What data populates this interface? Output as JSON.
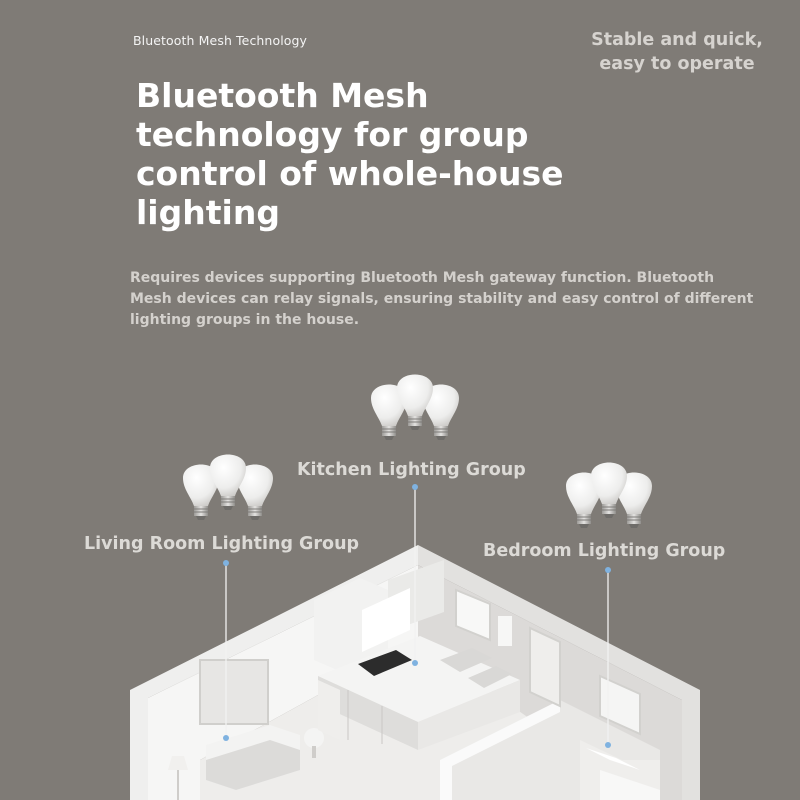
{
  "header": {
    "eyebrow": "Bluetooth Mesh Technology",
    "tagline_line1": "Stable and quick,",
    "tagline_line2": "easy to operate"
  },
  "headline": {
    "line1": "Bluetooth Mesh",
    "line2": "technology for group",
    "line3": "control of whole-house",
    "line4": "lighting"
  },
  "description": {
    "line1": "Requires devices supporting Bluetooth Mesh gateway function. Bluetooth",
    "line2": "Mesh devices can relay signals, ensuring stability and easy control of different",
    "line3": "lighting groups in the house."
  },
  "groups": {
    "living": "Living Room Lighting Group",
    "kitchen": "Kitchen Lighting Group",
    "bedroom": "Bedroom Lighting Group"
  },
  "colors": {
    "background": "#7f7b76",
    "accent": "#7fb2e0"
  }
}
